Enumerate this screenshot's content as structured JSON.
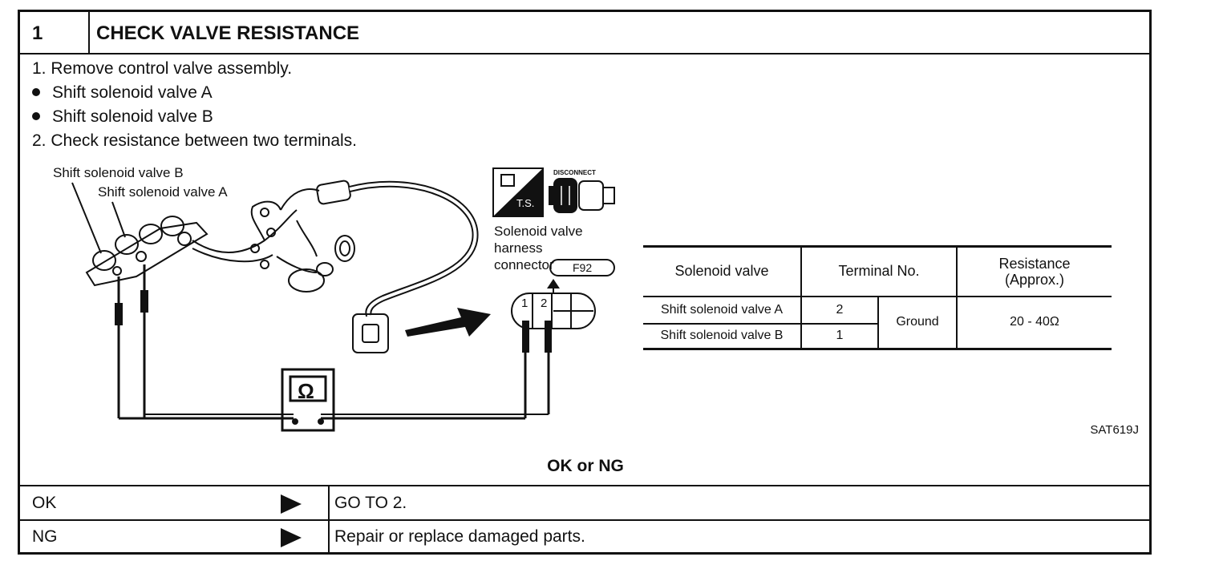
{
  "step": {
    "number": "1",
    "title": "CHECK VALVE RESISTANCE"
  },
  "instructions": [
    "1.  Remove control valve assembly.",
    "Shift solenoid valve A",
    "Shift solenoid valve B",
    "2.  Check resistance between two terminals."
  ],
  "diagram": {
    "label_valve_b": "Shift solenoid valve B",
    "label_valve_a": "Shift solenoid valve A",
    "ts_label": "T.S.",
    "disconnect_label": "DISCONNECT",
    "connector_label_1": "Solenoid valve",
    "connector_label_2": "harness",
    "connector_label_3": "connector",
    "connector_code": "F92",
    "terminal_1": "1",
    "terminal_2": "2",
    "meter_symbol": "Ω",
    "figure_id": "SAT619J"
  },
  "table": {
    "headers": {
      "solenoid": "Solenoid valve",
      "terminal": "Terminal No.",
      "resistance_1": "Resistance",
      "resistance_2": "(Approx.)"
    },
    "rows": [
      {
        "valve": "Shift solenoid valve A",
        "terminal": "2"
      },
      {
        "valve": "Shift solenoid valve B",
        "terminal": "1"
      }
    ],
    "ground": "Ground",
    "resistance_value": "20 - 40Ω"
  },
  "result": {
    "heading": "OK or NG",
    "ok_label": "OK",
    "ok_action": "GO TO 2.",
    "ng_label": "NG",
    "ng_action": "Repair or replace damaged parts."
  }
}
